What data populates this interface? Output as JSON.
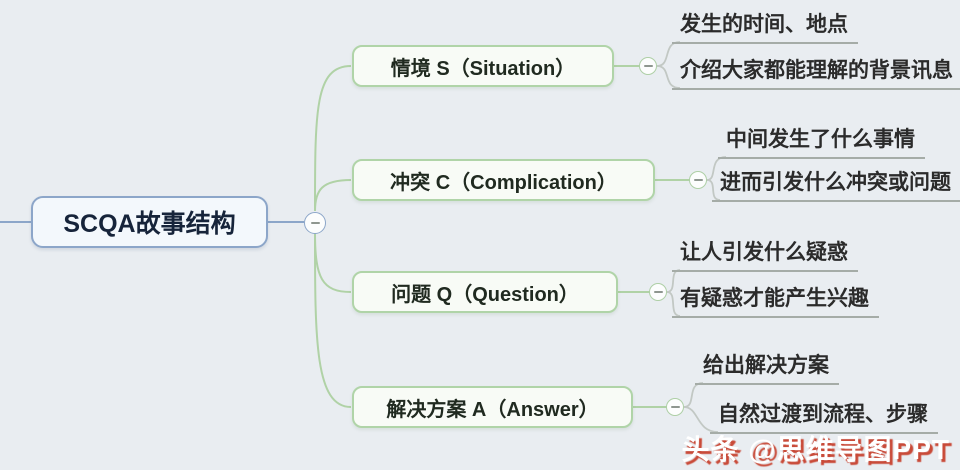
{
  "root": {
    "label": "SCQA故事结构"
  },
  "branches": [
    {
      "label": "情境 S（Situation）",
      "leaves": [
        "发生的时间、地点",
        "介绍大家都能理解的背景讯息"
      ]
    },
    {
      "label": "冲突 C（Complication）",
      "leaves": [
        "中间发生了什么事情",
        "进而引发什么冲突或问题"
      ]
    },
    {
      "label": "问题 Q（Question）",
      "leaves": [
        "让人引发什么疑惑",
        "有疑惑才能产生兴趣"
      ]
    },
    {
      "label": "解决方案 A（Answer）",
      "leaves": [
        "给出解决方案",
        "自然过渡到流程、步骤"
      ]
    }
  ],
  "watermark": {
    "text": "头条 @思维导图PPT"
  },
  "colors": {
    "background": "#e9edf1",
    "root_border": "#8ca6c9",
    "root_fill": "#f3f8fc",
    "branch_border": "#b0d4a8",
    "branch_fill": "#f8fbf6",
    "green_line": "#b0d2a6",
    "gray_line": "#c2c8c4",
    "underline": "#a5aca7",
    "watermark_shadow": "#c94a38"
  }
}
